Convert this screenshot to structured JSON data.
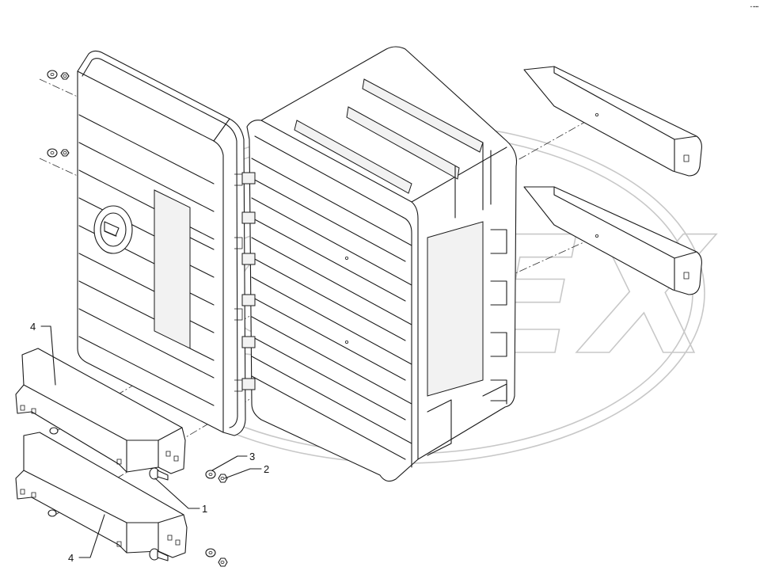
{
  "watermark": "OPEX",
  "corner_code": "▪ ▪▪▪▪",
  "callouts": [
    {
      "id": "part-1",
      "label": "1"
    },
    {
      "id": "part-2",
      "label": "2"
    },
    {
      "id": "part-3",
      "label": "3"
    },
    {
      "id": "part-4-top",
      "label": "4"
    },
    {
      "id": "part-4-bottom",
      "label": "4"
    }
  ]
}
